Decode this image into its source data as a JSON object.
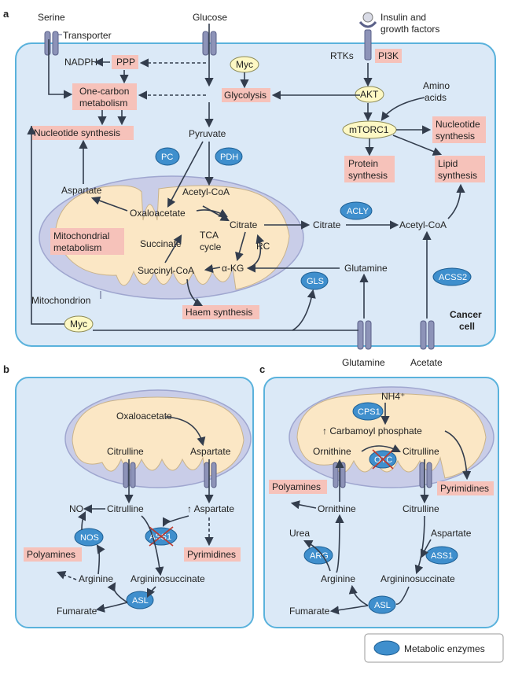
{
  "panels": {
    "a": {
      "letter": "a",
      "serine": "Serine",
      "transporter": "Transporter",
      "glucose": "Glucose",
      "insulin": "Insulin and growth factors",
      "rtks": "RTKs",
      "pi3k": "PI3K",
      "nadph": "NADPH",
      "ppp": "PPP",
      "myc": "Myc",
      "one_carbon_1": "One-carbon",
      "one_carbon_2": "metabolism",
      "glycolysis": "Glycolysis",
      "akt": "AKT",
      "amino_acids_1": "Amino",
      "amino_acids_2": "acids",
      "nucleotide_synthesis": "Nucleotide synthesis",
      "mtorc1": "mTORC1",
      "nucleotide_synthesis_r1": "Nucleotide",
      "nucleotide_synthesis_r2": "synthesis",
      "pyruvate": "Pyruvate",
      "pc": "PC",
      "pdh": "PDH",
      "protein_1": "Protein",
      "protein_2": "synthesis",
      "lipid_1": "Lipid",
      "lipid_2": "synthesis",
      "aspartate": "Aspartate",
      "acetyl_coa": "Acetyl-CoA",
      "oxaloacetate": "Oxaloacetate",
      "citrate": "Citrate",
      "citrate_cyto": "Citrate",
      "acly": "ACLY",
      "acetyl_coa_cyto": "Acetyl-CoA",
      "mito_metab_1": "Mitochondrial",
      "mito_metab_2": "metabolism",
      "succinate": "Succinate",
      "tca_1": "TCA",
      "tca_2": "cycle",
      "rc": "RC",
      "succinyl_coa": "Succinyl-CoA",
      "akg": "α-KG",
      "glutamine_cyto": "Glutamine",
      "gls": "GLS",
      "acss2": "ACSS2",
      "mitochondrion": "Mitochondrion",
      "haem": "Haem synthesis",
      "cancer_cell_1": "Cancer",
      "cancer_cell_2": "cell",
      "glutamine_out": "Glutamine",
      "acetate": "Acetate"
    },
    "b": {
      "letter": "b",
      "oxaloacetate": "Oxaloacetate",
      "citrulline_mito": "Citrulline",
      "aspartate_mito": "Aspartate",
      "no": "NO",
      "citrulline": "Citrulline",
      "aspartate": "↑ Aspartate",
      "nos": "NOS",
      "ass1": "ASS1",
      "polyamines": "Polyamines",
      "pyrimidines": "Pyrimidines",
      "arginine": "Arginine",
      "argininosuccinate": "Argininosuccinate",
      "asl": "ASL",
      "fumarate": "Fumarate"
    },
    "c": {
      "letter": "c",
      "nh4": "NH4⁺",
      "cps1": "CPS1",
      "carbamoyl": "↑ Carbamoyl phosphate",
      "ornithine_mito": "Ornithine",
      "otc": "OTC",
      "citrulline_mito": "Citrulline",
      "polyamines": "Polyamines",
      "pyrimidines": "Pyrimidines",
      "ornithine": "Ornithine",
      "citrulline": "Citrulline",
      "urea": "Urea",
      "aspartate": "Aspartate",
      "arg": "ARG",
      "ass1": "ASS1",
      "arginine": "Arginine",
      "argininosuccinate": "Argininosuccinate",
      "fumarate": "Fumarate",
      "asl": "ASL"
    }
  },
  "legend": {
    "label": "Metabolic enzymes"
  },
  "colors": {
    "cell_fill": "#dbe9f7",
    "cell_border": "#5ab2dc",
    "enzyme": "#3f8fcd",
    "pink_box": "#f6c2ba",
    "myc": "#fdf8c4",
    "mito_matrix": "#fbe7c5",
    "mito_membrane": "#c9cde8"
  }
}
